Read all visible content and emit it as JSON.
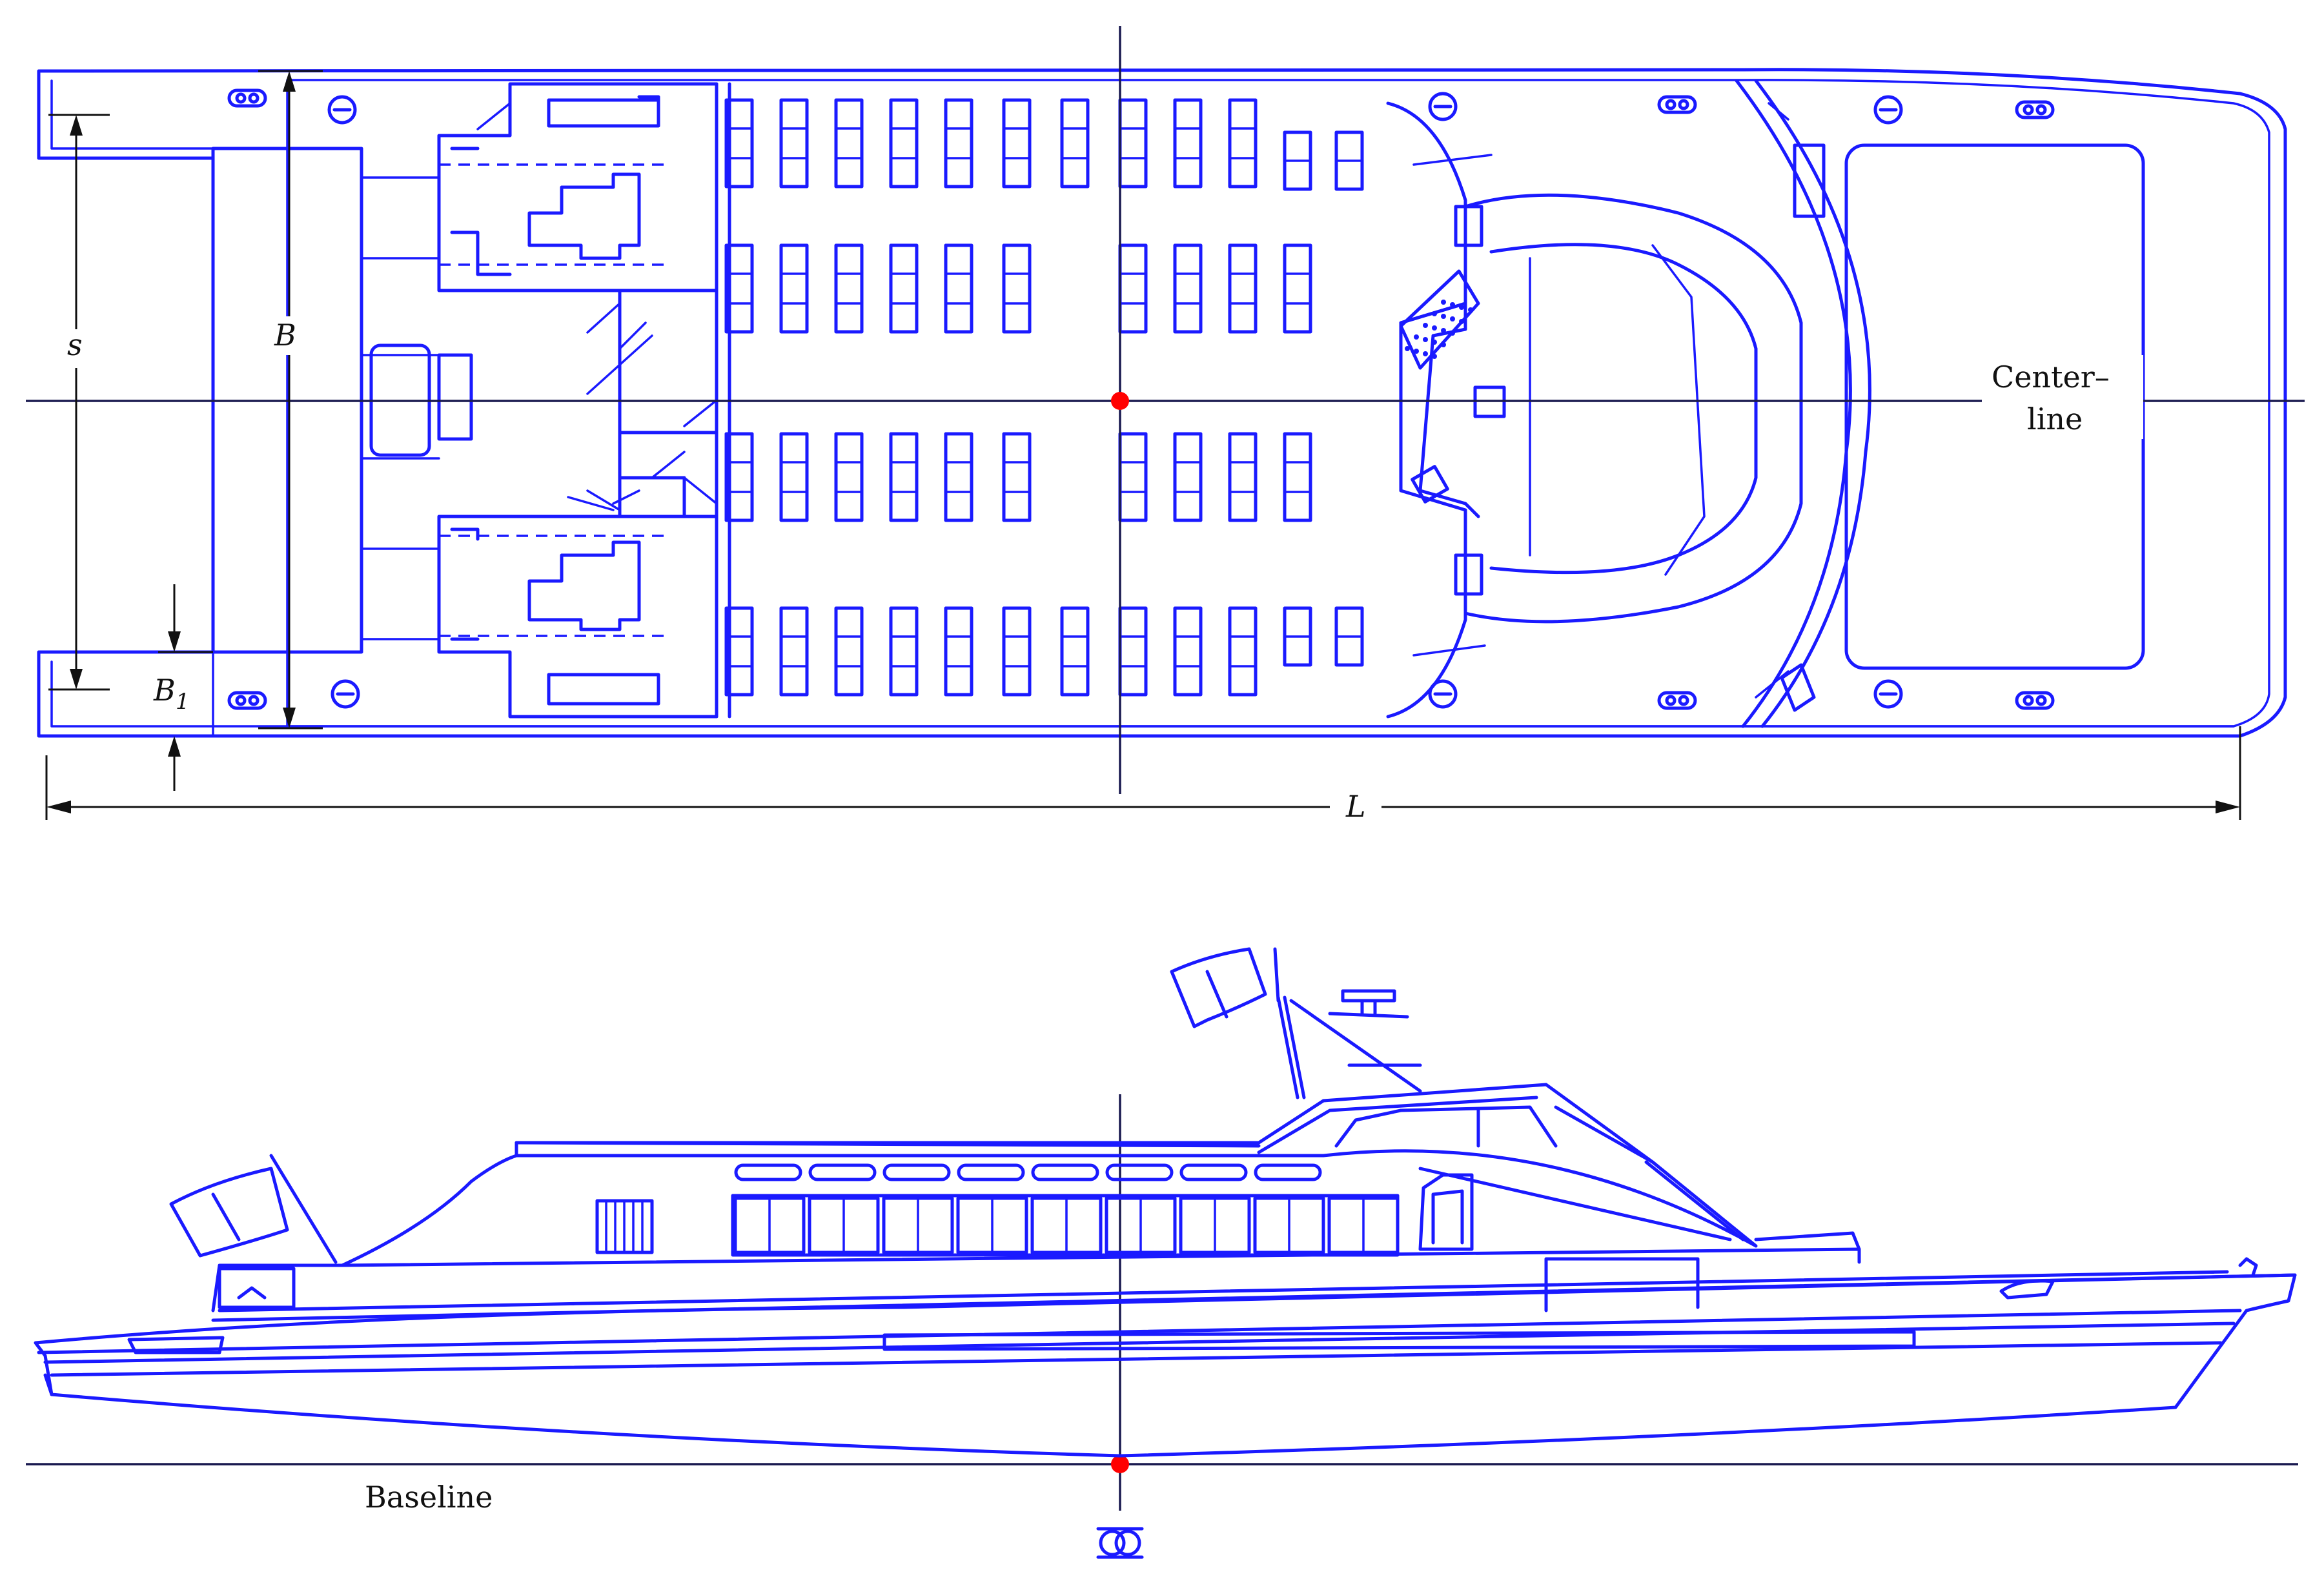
{
  "labels": {
    "s": "s",
    "B": "B",
    "B1_main": "B",
    "B1_sub": "1",
    "L": "L",
    "centerline_line1": "Center–",
    "centerline_line2": "line",
    "baseline": "Baseline"
  },
  "colors": {
    "drawing": "#1a1aff",
    "reference_lines": "#1a1a50",
    "dimension_lines": "#111111",
    "marker": "#ff0000"
  },
  "icons": {
    "midship_symbol": "midship-section-icon",
    "marker": "red-dot-icon"
  }
}
